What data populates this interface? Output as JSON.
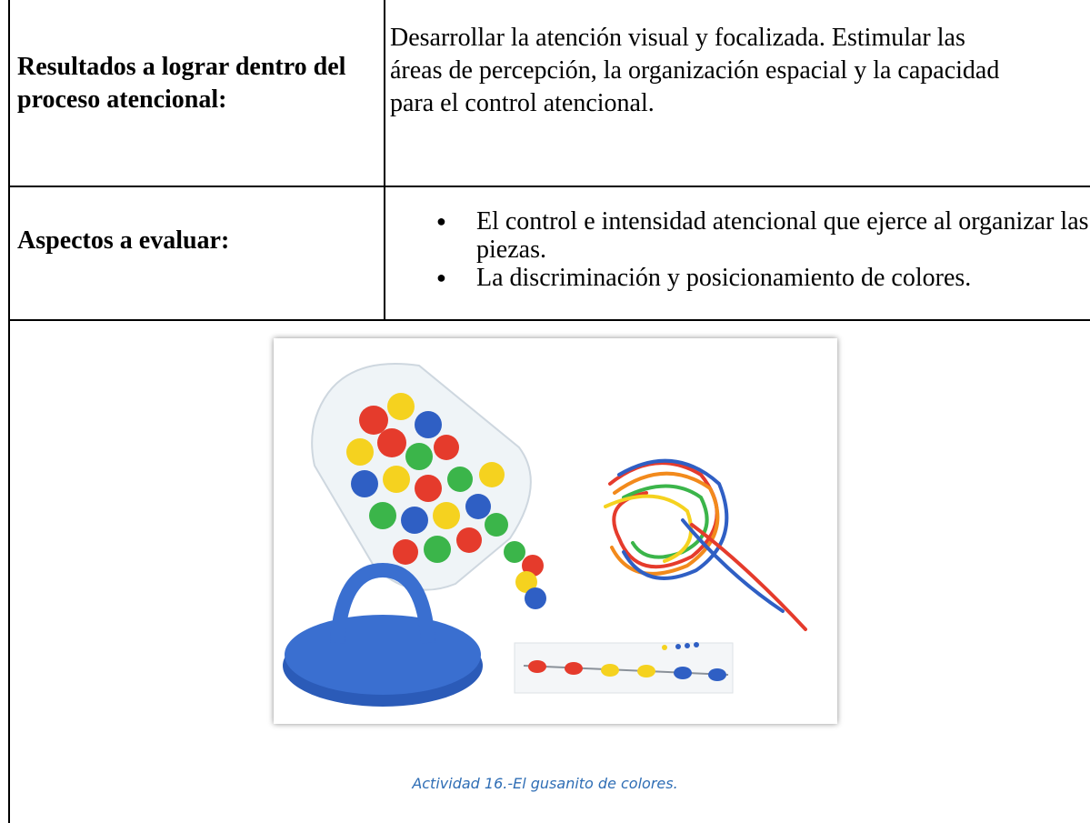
{
  "table": {
    "row1": {
      "label": "Resultados a lograr dentro del proceso atencional:",
      "description": "Desarrollar la atención visual y focalizada. Estimular las\náreas de percepción, la organización espacial y la capacidad\npara el control atencional."
    },
    "row2": {
      "label": "Aspectos a evaluar:",
      "items": [
        "El control e intensidad atencional que ejerce al organizar las piezas.",
        "La discriminación y posicionamiento  de colores."
      ],
      "bullet": "●"
    }
  },
  "figure": {
    "caption": "Actividad 16.-El gusanito de colores.",
    "colors": {
      "red": "#e53b2c",
      "yellow": "#f5d21f",
      "blue": "#2f5fc4",
      "green": "#3bb54a",
      "orange": "#f28a1c",
      "lid": "#3a6fd0"
    }
  },
  "colors": {
    "caption": "#2f6eb5",
    "border": "#000000"
  }
}
